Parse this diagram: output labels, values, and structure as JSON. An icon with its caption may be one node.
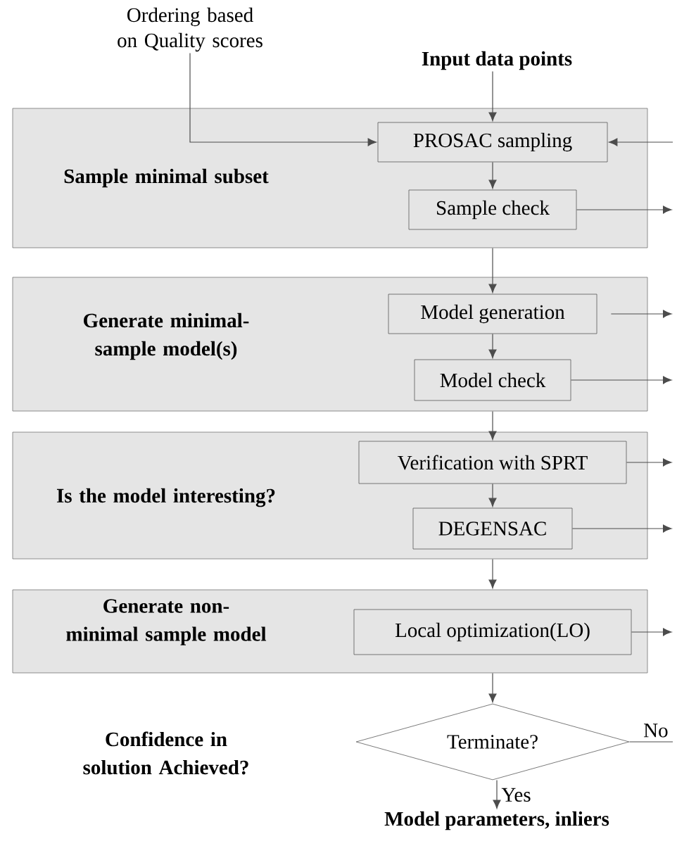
{
  "diagram": {
    "nodes": [
      {
        "text": [
          "Ordering based on Quality scores"
        ]
      },
      {
        "text": [
          "Input data points"
        ]
      },
      {
        "text": [
          "Sample minimal subset"
        ]
      },
      {
        "text": [
          "PROSAC sampling"
        ],
        "in": 2
      },
      {
        "text": [
          "Sample check"
        ],
        "in": 2
      },
      {
        "text": [
          "Generate minimal-sample model(s)"
        ]
      },
      {
        "text": [
          "Model generation"
        ],
        "in": 5
      },
      {
        "text": [
          "Model check"
        ],
        "in": 5
      },
      {
        "text": [
          "Is the model interesting?"
        ]
      },
      {
        "text": [
          "Verification with SPRT"
        ],
        "in": 8
      },
      {
        "text": [
          "DEGENSAC"
        ],
        "in": 8
      },
      {
        "text": [
          "Generate non-minimal sample model"
        ]
      },
      {
        "text": [
          "Local optimization(LO)"
        ],
        "in": 11
      },
      {
        "text": [
          "Terminate?"
        ]
      },
      {
        "text": [
          "Model parameters, inliers"
        ]
      }
    ],
    "edges": [
      {
        "from": 0,
        "to": 3,
        "arrow": "to"
      },
      {
        "from": 1,
        "to": 3,
        "arrow": "to"
      },
      {
        "from": null,
        "to": 3,
        "arrow": "to"
      },
      {
        "from": 3,
        "to": 4,
        "arrow": "to"
      },
      {
        "from": 4,
        "to": null,
        "arrow": "to"
      },
      {
        "from": 2,
        "to": 6,
        "arrow": "to"
      },
      {
        "from": 6,
        "to": 7,
        "arrow": "to"
      },
      {
        "from": 6,
        "to": null,
        "arrow": "to"
      },
      {
        "from": 7,
        "to": null,
        "arrow": "to"
      },
      {
        "from": 5,
        "to": 9,
        "arrow": "to"
      },
      {
        "from": 9,
        "to": 10,
        "arrow": "to"
      },
      {
        "from": 9,
        "to": null,
        "arrow": "to"
      },
      {
        "from": 10,
        "to": null,
        "arrow": "to"
      },
      {
        "from": 8,
        "to": 11,
        "arrow": "to"
      },
      {
        "from": 12,
        "to": null,
        "arrow": "to"
      },
      {
        "from": 11,
        "to": 13,
        "arrow": "to"
      },
      {
        "from": 13,
        "to": 14,
        "arrow": "to",
        "label": "Yes"
      },
      {
        "from": 13,
        "to": null,
        "arrow": "none",
        "label": "No"
      }
    ],
    "labels": [
      "Confidence in solution Achieved?"
    ]
  }
}
